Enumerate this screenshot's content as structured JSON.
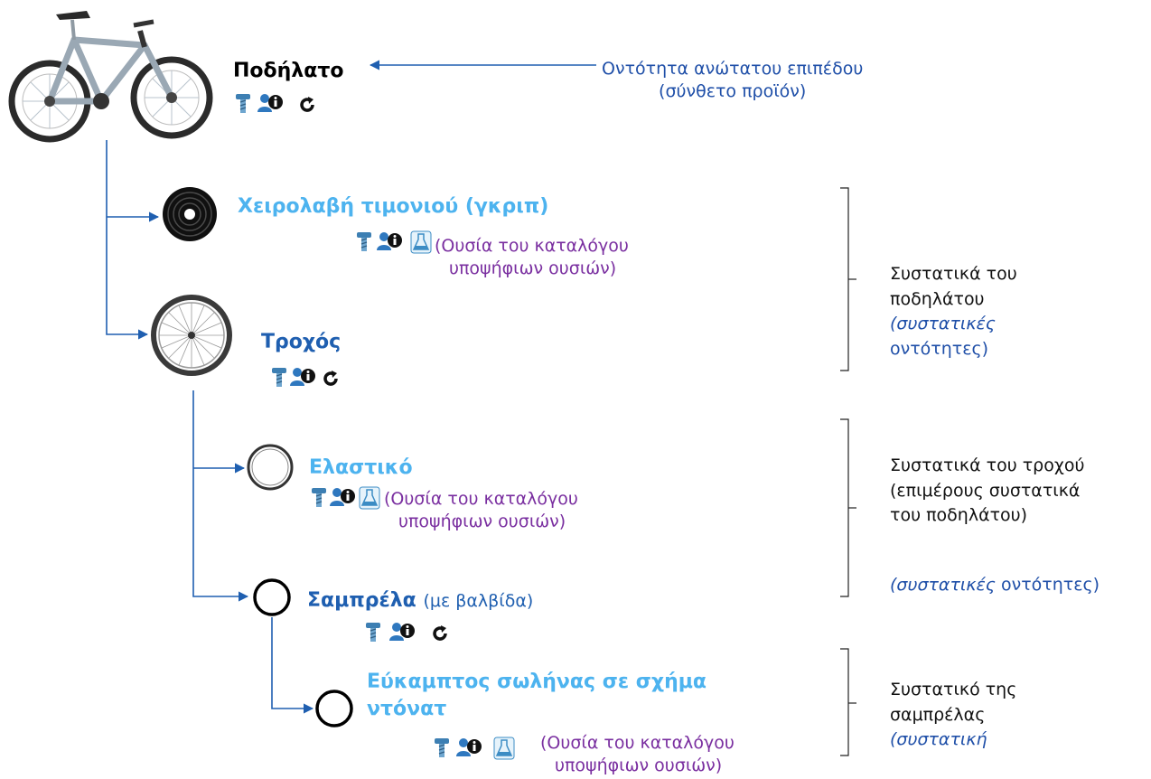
{
  "root": {
    "name": "Ποδήλατο",
    "annotation_line1": "Οντότητα ανώτατου επιπέδου",
    "annotation_line2": "(σύνθετο προϊόν)"
  },
  "components": [
    {
      "name": "Χειρολαβή τιμονιού (γκριπ)",
      "substance_line1": "(Ουσία του καταλόγου",
      "substance_line2": "υποψήφιων ουσιών)"
    },
    {
      "name": "Τροχός"
    },
    {
      "name": "Ελαστικό",
      "substance_line1": "(Ουσία του καταλόγου",
      "substance_line2": "υποψήφιων ουσιών)"
    },
    {
      "name": "Σαμπρέλα",
      "name_suffix": "(με βαλβίδα)"
    },
    {
      "name_line1": "Εύκαμπτος σωλήνας σε σχήμα",
      "name_line2": "ντόνατ",
      "substance_line1": "(Ουσία του καταλόγου",
      "substance_line2": "υποψήφιων ουσιών)"
    }
  ],
  "brackets": [
    {
      "line1": "Συστατικά του",
      "line2": "ποδηλάτου",
      "italic": "(συστατικές",
      "line4": "οντότητες)"
    },
    {
      "line1": "Συστατικά του τροχού",
      "line2": "(επιμέρους συστατικά",
      "line3": "του ποδηλάτου)",
      "italic": "(συστατικές",
      "tail": " οντότητες)"
    },
    {
      "line1": "Συστατικό της",
      "line2": "σαμπρέλας",
      "italic": "(συστατική"
    }
  ],
  "icons": [
    "screw-icon",
    "person-info-icon",
    "flask-icon",
    "refresh-icon"
  ],
  "colors": {
    "dark_title": "#1f5fb0",
    "light_title": "#4db3ef",
    "substance": "#7a2fa0",
    "connector": "#1f5fb0"
  }
}
